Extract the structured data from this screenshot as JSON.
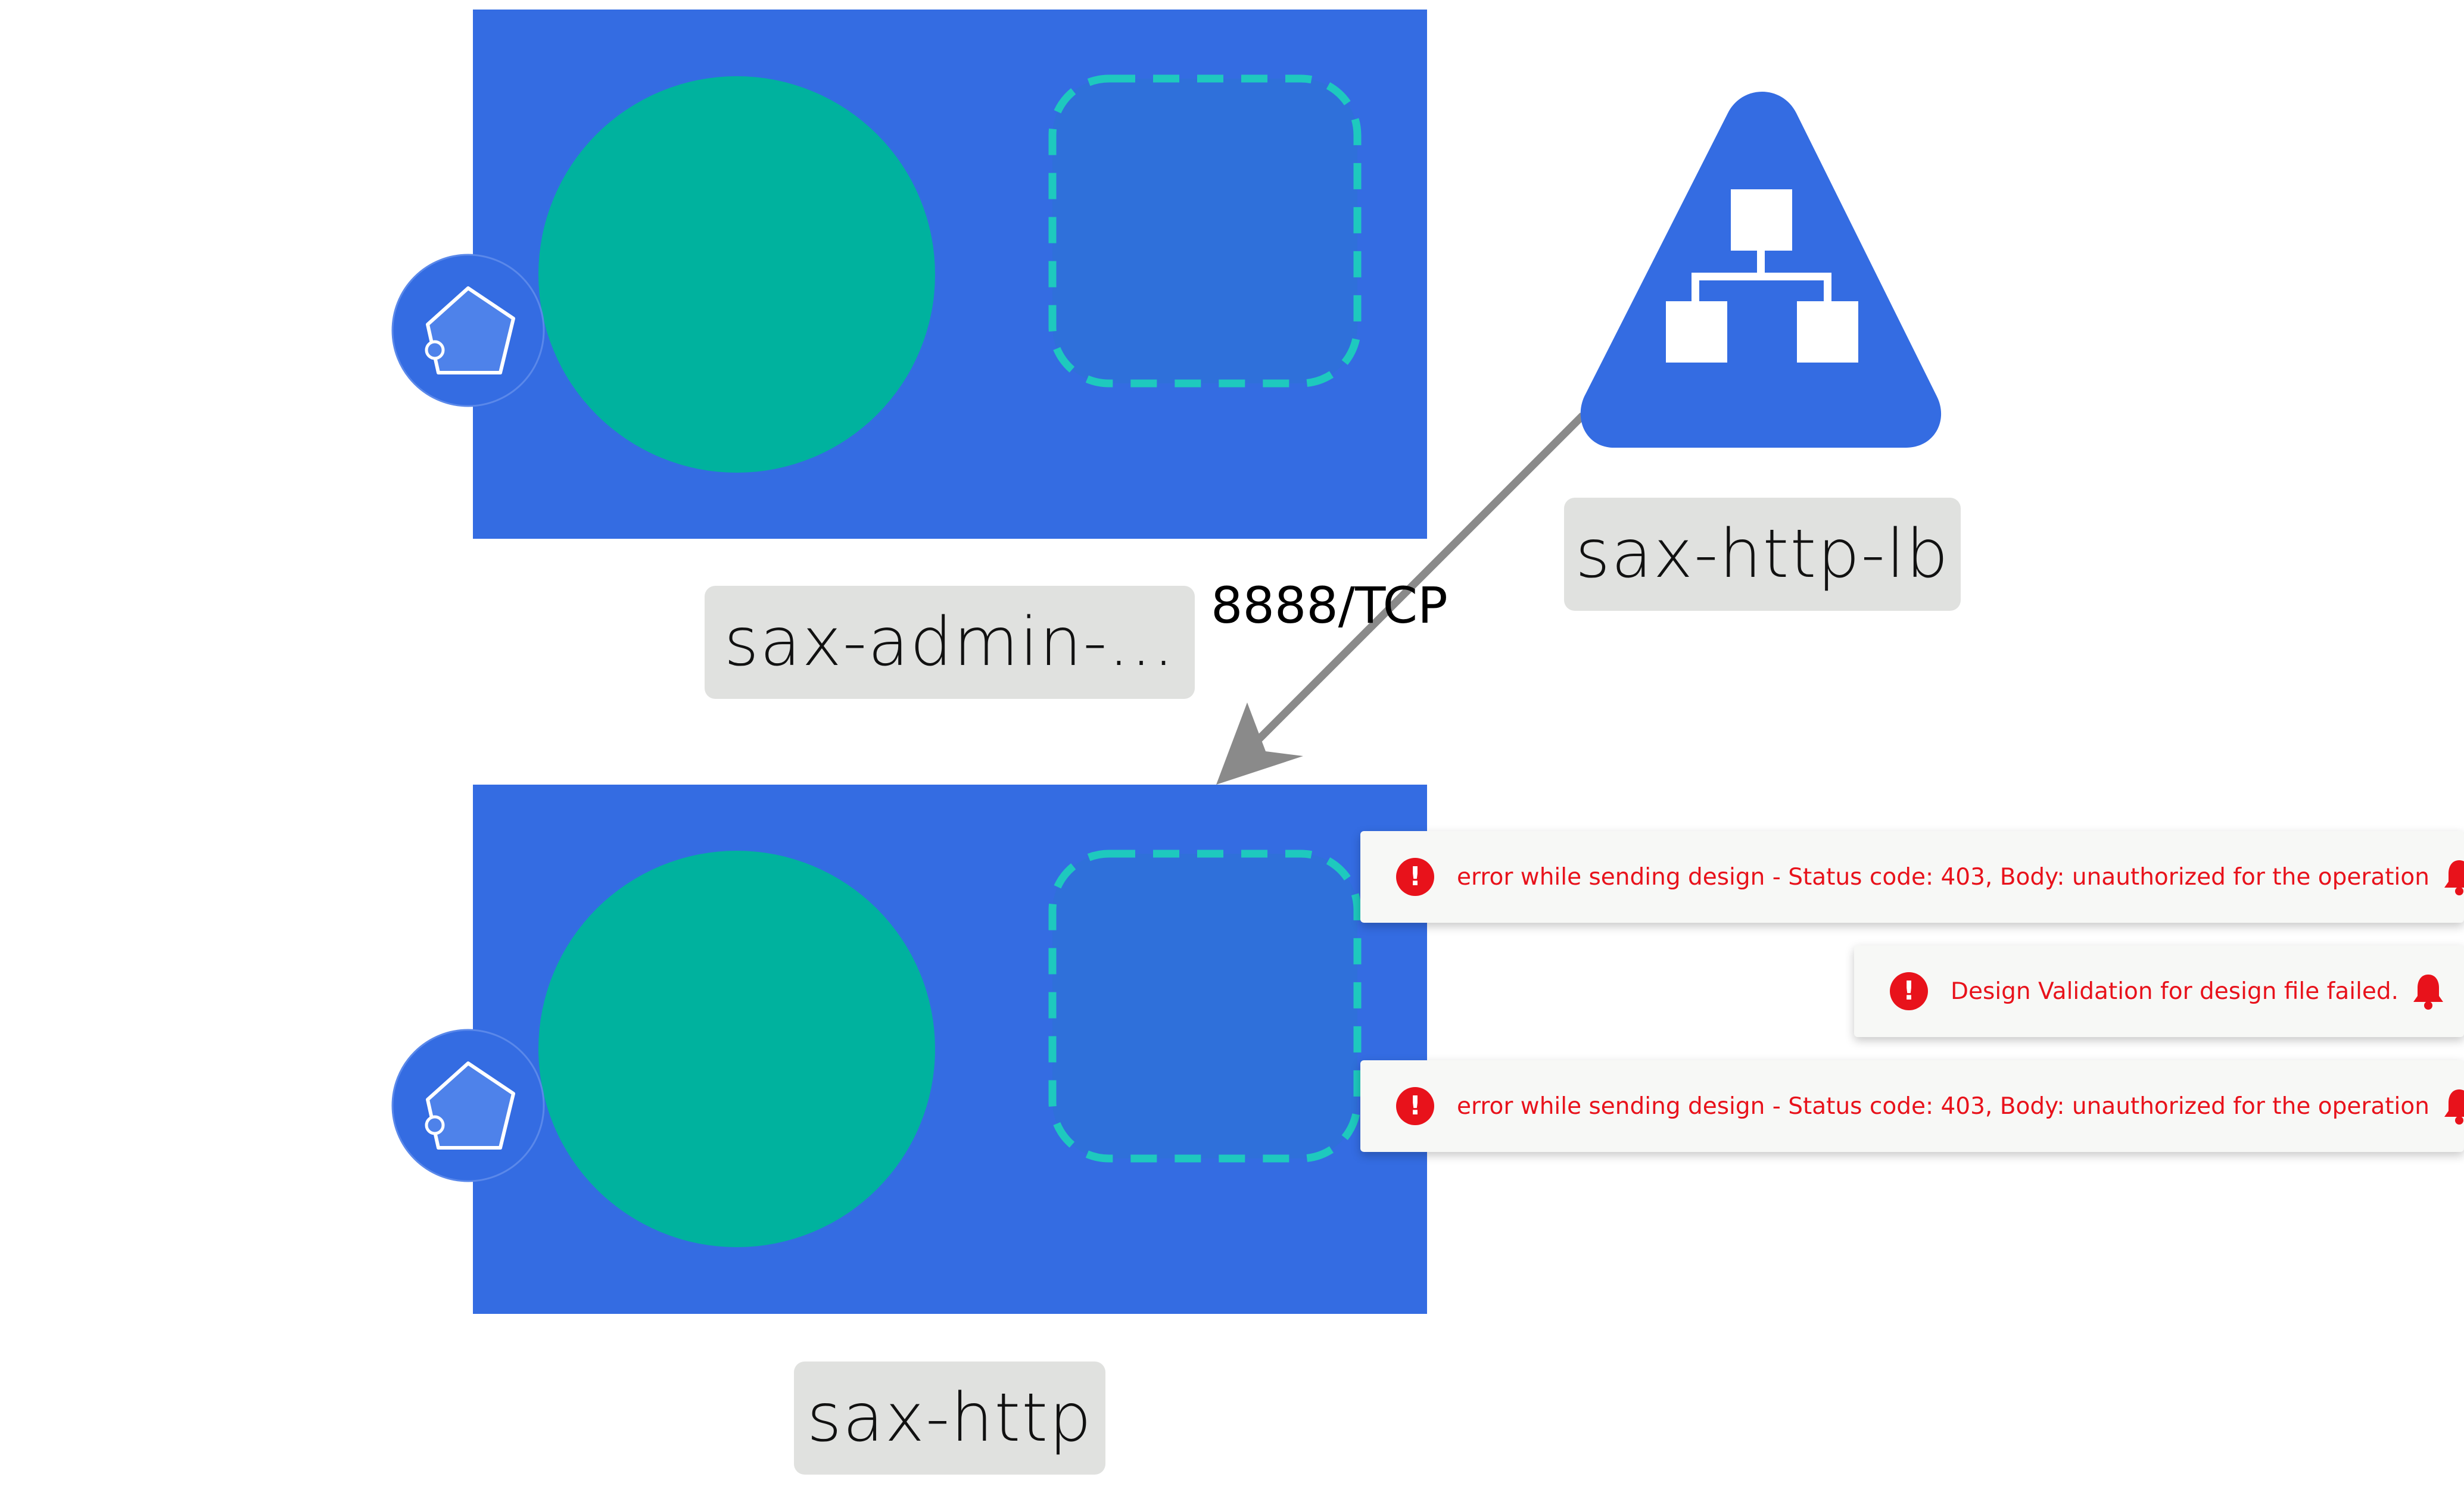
{
  "nodes": {
    "admin_pod": {
      "label": "sax-admin-..."
    },
    "http_pod": {
      "label": "sax-http"
    },
    "load_balancer": {
      "label": "sax-http-lb"
    }
  },
  "edge": {
    "label": "8888/TCP"
  },
  "notifications": [
    {
      "type": "error",
      "message": "error while sending design - Status code: 403, Body: unauthorized for the operation",
      "icon": "bell-icon"
    },
    {
      "type": "error",
      "message": "Design Validation for design file failed.",
      "icon": "bell-icon"
    },
    {
      "type": "error",
      "message": "error while sending design - Status code: 403, Body: unauthorized for the operation",
      "icon": "bell-icon"
    }
  ],
  "colors": {
    "pod": "#346ce2",
    "container_circle": "#00b29e",
    "volume_fill": "#2f70da",
    "volume_border": "#1ec9be",
    "load_balancer": "#346ce2",
    "edge": "#8a8a8a",
    "error": "#e8121b"
  }
}
